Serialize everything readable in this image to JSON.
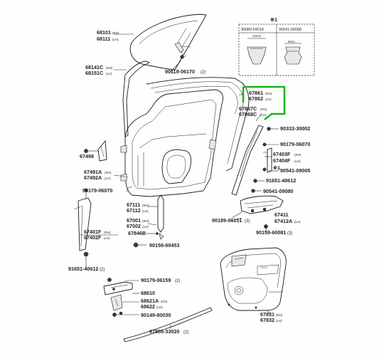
{
  "inset": {
    "title": "※1",
    "headers": [
      "90080-54018",
      "90541-09008"
    ],
    "dims": [
      "12mm",
      "9mm"
    ]
  },
  "labels": {
    "l68101": "68101",
    "l68101s": "(RH)",
    "l68111": "68111",
    "l68111s": "(LH)",
    "l68141": "68141C",
    "l68141s": "(RH)",
    "l68151": "68151C",
    "l68151s": "(LH)",
    "l90119": "90119-06170",
    "l90119s": "(2)",
    "l67861": "67861",
    "l67861s": "(RH)",
    "l67862": "67862",
    "l67862s": "(LH)",
    "l67867": "67867C",
    "l67867s": "(RH)",
    "l67868": "67868C",
    "l67868s": "(LH)",
    "l90333": "90333-30002",
    "l90179a": "90179-06070",
    "l67403": "67403F",
    "l67403s": "(RH)",
    "l67404": "67404F",
    "l67404s": "(LH)",
    "l90541a": "※1",
    "l90541b": "90541-09005",
    "l91651a": "91651-40612",
    "l90541c": "90541-09080",
    "l67499": "67499",
    "l67491": "67491A",
    "l67491s": "(RH)",
    "l67492": "67492A",
    "l67492s": "(LH)",
    "l90179b": "90179-06070",
    "l67111": "67111",
    "l67111s": "(RH)",
    "l67112": "67112",
    "l67112s": "(LH)",
    "l67001": "67001",
    "l67001s": "(RH)",
    "l67002": "67002",
    "l67002s": "(LH)",
    "l67846": "67846B",
    "l67401": "67401F",
    "l67401s": "(RH)",
    "l67402": "67402F",
    "l67402s": "(LH)",
    "l90159a": "90159-60453",
    "l91651b": "91651-40612",
    "l91651bs": "(2)",
    "l90189": "90189-06151",
    "l90189s": "(3)",
    "l67411": "67411",
    "l67412": "67412A",
    "l67412s": "(LH)",
    "l90159b": "90159-60081",
    "l90159bs": "(3)",
    "l90179c": "90179-06159",
    "l90179cs": "(2)",
    "l68610": "68610",
    "l68621": "68621A",
    "l68621s": "(RH)",
    "l68622": "68622",
    "l68622s": "(LH)",
    "l90149": "90149-80030",
    "l67831": "67831",
    "l67831s": "(RH)",
    "l67832": "67832",
    "l67832s": "(LH)",
    "l67855": "67855-33020",
    "l67855s": "(2)"
  },
  "colors": {
    "highlight": "#19b819",
    "line": "#1a1a1a"
  }
}
